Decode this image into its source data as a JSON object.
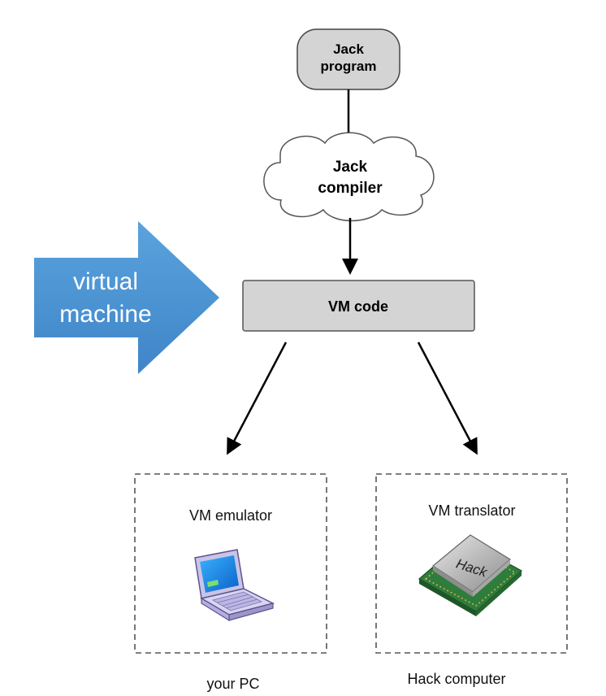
{
  "diagram": {
    "jack_program": {
      "line1": "Jack",
      "line2": "program"
    },
    "jack_compiler": {
      "line1": "Jack",
      "line2": "compiler"
    },
    "vm_code": {
      "label": "VM code"
    },
    "banner": {
      "line1": "virtual",
      "line2": "machine",
      "color": "#4a90d0"
    },
    "left_box": {
      "title": "VM emulator",
      "caption": "your PC",
      "icon": "laptop-icon"
    },
    "right_box": {
      "title": "VM translator",
      "caption": "Hack computer",
      "icon": "cpu-chip-icon",
      "chip_label": "Hack"
    }
  }
}
